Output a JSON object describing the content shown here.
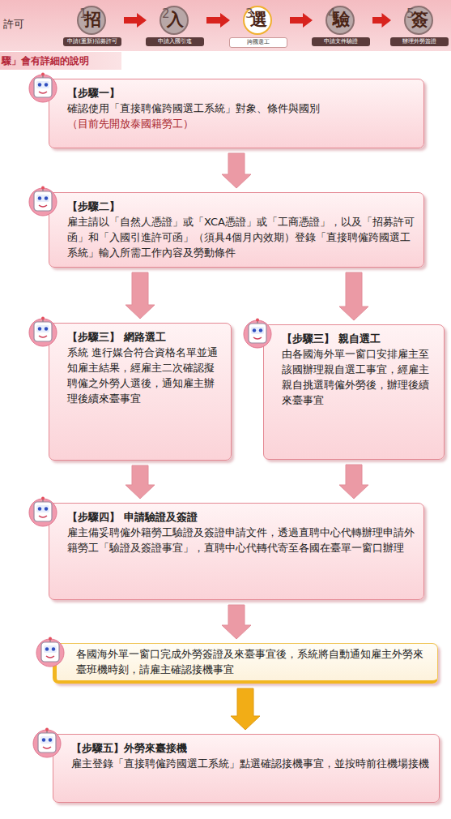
{
  "diagram": {
    "nodes": [
      {
        "text": [
          "1",
          "招",
          "申請(重新)招募許可"
        ]
      },
      {
        "text": [
          "2",
          "入",
          "申請入國引進"
        ]
      },
      {
        "text": [
          "3",
          "選",
          "跨國選工"
        ]
      },
      {
        "text": [
          "4",
          "驗",
          "申請文件驗證"
        ]
      },
      {
        "text": [
          "5",
          "簽",
          "辦理外勞簽證"
        ]
      },
      {
        "text": [
          "【步驟一】",
          "確認使用「直接聘僱跨國選工系統」對象、條件與國別",
          "（目前先開放泰國籍勞工）"
        ]
      },
      {
        "text": [
          "【步驟二】",
          "雇主請以「自然人憑證」或「XCA憑證」或「工商憑證」，以及「招募許可函」和「入國引進許可函」（須具4個月內效期）登錄「直接聘僱跨國選工系統」輸入所需工作內容及勞動條件"
        ]
      },
      {
        "text": [
          "【步驟三】 網路選工",
          "系統 進行媒合符合資格名單並通知雇主結果，經雇主二次確認擬聘僱之外勞人選後，通知雇主辦理後續來臺事宜"
        ]
      },
      {
        "text": [
          "【步驟三】 親自選工",
          "由各國海外單一窗口安排雇主至該國辦理親自選工事宜，經雇主親自挑選聘僱外勞後，辦理後續來臺事宜"
        ]
      },
      {
        "text": [
          "【步驟四】 申請驗證及簽證",
          "雇主備妥聘僱外籍勞工驗證及簽證申請文件，透過直聘中心代轉辦理申請外籍勞工「驗證及簽證事宜」，直聘中心代轉代寄至各國在臺單一窗口辦理"
        ]
      },
      {
        "text": [
          "各國海外單一窗口完成外勞簽證及來臺事宜後，系統將自動通知雇主外勞來臺班機時刻，請雇主確認接機事宜"
        ]
      },
      {
        "text": [
          "【步驟五】外勞來臺接機",
          "雇主登錄「直接聘僱跨國選工系統」點選確認接機事宜，並按時前往機場接機"
        ]
      }
    ],
    "edges": [
      {
        "from": 0,
        "to": 1,
        "arrow": "to"
      },
      {
        "from": 1,
        "to": 2,
        "arrow": "to"
      },
      {
        "from": 2,
        "to": 3,
        "arrow": "to"
      },
      {
        "from": 3,
        "to": 4,
        "arrow": "to"
      },
      {
        "from": 5,
        "to": 6,
        "arrow": "to"
      },
      {
        "from": 6,
        "to": 7,
        "arrow": "to"
      },
      {
        "from": 6,
        "to": 8,
        "arrow": "to"
      },
      {
        "from": 7,
        "to": 9,
        "arrow": "to"
      },
      {
        "from": 8,
        "to": 9,
        "arrow": "to"
      },
      {
        "from": 9,
        "to": 10,
        "arrow": "to"
      },
      {
        "from": 10,
        "to": 11,
        "arrow": "to"
      }
    ],
    "labels": [
      "許可",
      "驟」會有詳細的說明"
    ]
  }
}
